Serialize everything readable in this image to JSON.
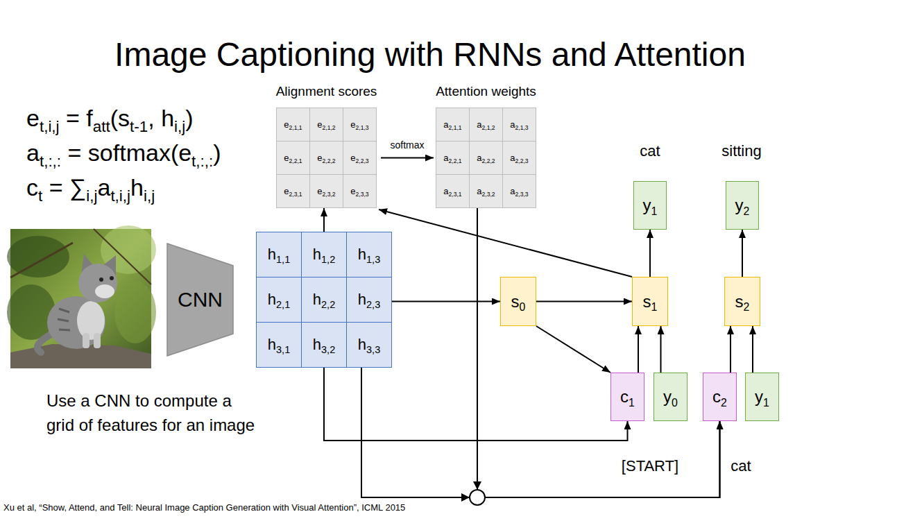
{
  "diagram": {
    "title": "Image Captioning with RNNs and Attention",
    "nodes": [
      {
        "text": [
          "Alignment scores"
        ]
      },
      {
        "text": [
          "e",
          "2,1,1"
        ],
        "in": 0
      },
      {
        "text": [
          "e",
          "2,1,2"
        ],
        "in": 0
      },
      {
        "text": [
          "e",
          "2,1,3"
        ],
        "in": 0
      },
      {
        "text": [
          "e",
          "2,2,1"
        ],
        "in": 0
      },
      {
        "text": [
          "e",
          "2,2,2"
        ],
        "in": 0
      },
      {
        "text": [
          "e",
          "2,2,3"
        ],
        "in": 0
      },
      {
        "text": [
          "e",
          "2,3,1"
        ],
        "in": 0
      },
      {
        "text": [
          "e",
          "2,3,2"
        ],
        "in": 0
      },
      {
        "text": [
          "e",
          "2,3,3"
        ],
        "in": 0
      },
      {
        "text": [
          "Attention weights"
        ]
      },
      {
        "text": [
          "a",
          "2,1,1"
        ],
        "in": 10
      },
      {
        "text": [
          "a",
          "2,1,2"
        ],
        "in": 10
      },
      {
        "text": [
          "a",
          "2,1,3"
        ],
        "in": 10
      },
      {
        "text": [
          "a",
          "2,2,1"
        ],
        "in": 10
      },
      {
        "text": [
          "a",
          "2,2,2"
        ],
        "in": 10
      },
      {
        "text": [
          "a",
          "2,2,3"
        ],
        "in": 10
      },
      {
        "text": [
          "a",
          "2,3,1"
        ],
        "in": 10
      },
      {
        "text": [
          "a",
          "2,3,2"
        ],
        "in": 10
      },
      {
        "text": [
          "a",
          "2,3,3"
        ],
        "in": 10
      },
      {
        "text": [
          "CNN"
        ]
      },
      {
        "text": [
          "h",
          "1,1"
        ]
      },
      {
        "text": [
          "h",
          "1,2"
        ]
      },
      {
        "text": [
          "h",
          "1,3"
        ]
      },
      {
        "text": [
          "h",
          "2,1"
        ]
      },
      {
        "text": [
          "h",
          "2,2"
        ]
      },
      {
        "text": [
          "h",
          "2,3"
        ]
      },
      {
        "text": [
          "h",
          "3,1"
        ]
      },
      {
        "text": [
          "h",
          "3,2"
        ]
      },
      {
        "text": [
          "h",
          "3,3"
        ]
      },
      {
        "text": [
          "s",
          "0"
        ]
      },
      {
        "text": [
          "y",
          "1"
        ]
      },
      {
        "text": [
          "y",
          "2"
        ]
      },
      {
        "text": [
          "s",
          "1"
        ]
      },
      {
        "text": [
          "s",
          "2"
        ]
      },
      {
        "text": [
          "c",
          "1"
        ]
      },
      {
        "text": [
          "y",
          "0"
        ]
      },
      {
        "text": [
          "c",
          "2"
        ]
      },
      {
        "text": [
          "y",
          "1"
        ]
      }
    ],
    "edges": [
      {
        "from": 22,
        "to": 0,
        "arrow": "to"
      },
      {
        "from": 33,
        "to": 0,
        "arrow": "to"
      },
      {
        "from": 0,
        "to": 10,
        "label": "softmax",
        "arrow": "to"
      },
      {
        "from": 26,
        "to": 30,
        "arrow": "to"
      },
      {
        "from": 30,
        "to": 33,
        "arrow": "to"
      },
      {
        "from": 30,
        "to": 35,
        "arrow": "to"
      },
      {
        "from": 28,
        "to": 35,
        "arrow": "to"
      },
      {
        "from": 29,
        "to": 37,
        "arrow": "to"
      },
      {
        "from": 10,
        "to": 37,
        "arrow": "to"
      },
      {
        "from": 35,
        "to": 33,
        "arrow": "to"
      },
      {
        "from": 36,
        "to": 33,
        "arrow": "to"
      },
      {
        "from": 33,
        "to": 31,
        "arrow": "to"
      },
      {
        "from": 37,
        "to": 34,
        "arrow": "to"
      },
      {
        "from": 38,
        "to": 34,
        "arrow": "to"
      },
      {
        "from": 34,
        "to": 32,
        "arrow": "to"
      }
    ],
    "labels": [
      "e",
      "t,i,j",
      " = f",
      "att",
      "(s",
      "t-1",
      ", h",
      "i,j",
      ")",
      "a",
      "t,:,:",
      " = softmax(e",
      "t,:,:",
      ")",
      "c",
      "t",
      " = ∑",
      "i,j",
      "a",
      "t,i,j",
      "h",
      "i,j",
      "cat",
      "sitting",
      "[START]",
      "cat",
      "Use a CNN to compute a grid of features for an image",
      "Xu et al, “Show, Attend, and Tell: Neural Image Caption Generation with Visual Attention”, ICML 2015"
    ]
  }
}
